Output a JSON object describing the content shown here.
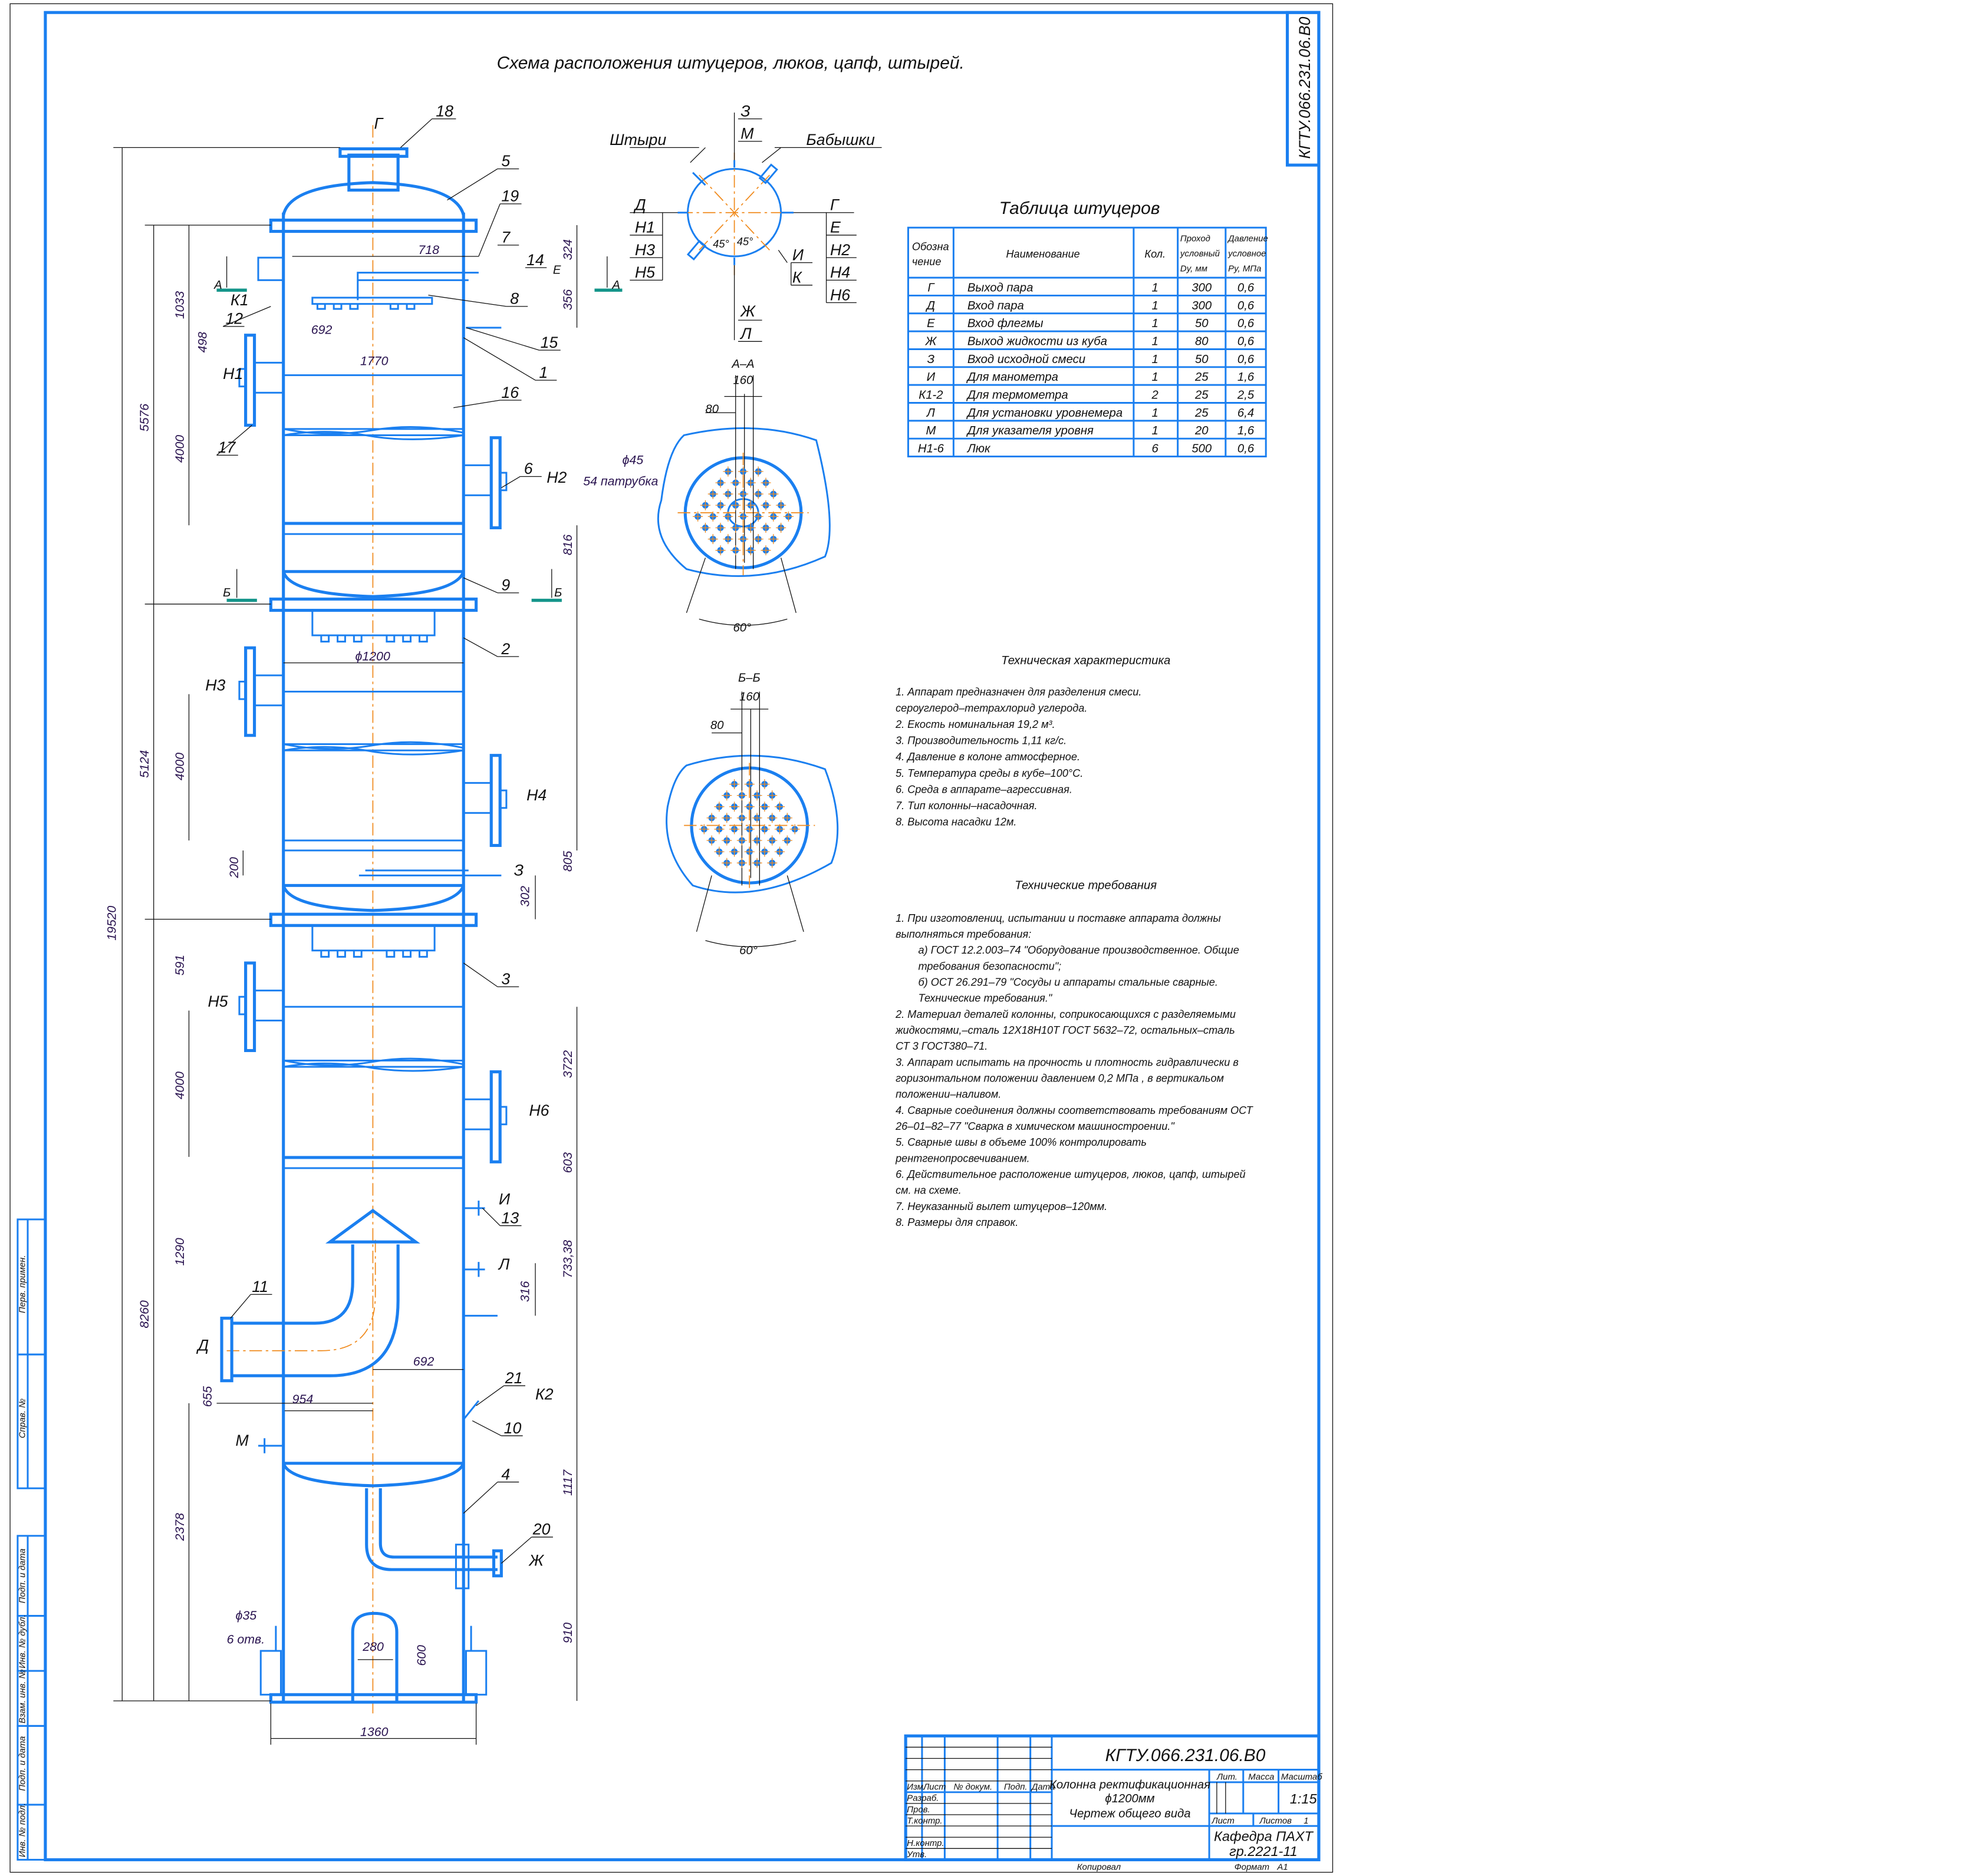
{
  "doc_code": "КГТУ.066.231.06.В0",
  "colors": {
    "line": "#1a7ff0",
    "axis": "#f08a1c",
    "text": "#111111",
    "section_mark": "#14958a"
  },
  "scheme": {
    "title": "Схема расположения штуцеров, люков, цапф, штырей.",
    "pins": "Штыри",
    "bosses": "Бабышки",
    "top": [
      "З",
      "М"
    ],
    "left": [
      "Д",
      "Н1",
      "Н3",
      "Н5"
    ],
    "right": [
      "Г",
      "Е",
      "Н2",
      "Н4",
      "Н6"
    ],
    "lower_right": [
      "И",
      "К"
    ],
    "bottom": [
      "Ж",
      "Л"
    ],
    "angles": [
      "45°",
      "45°"
    ]
  },
  "sections": {
    "aa": {
      "title": "А–А",
      "dim1": "160",
      "dim2": "80",
      "angle": "60°"
    },
    "bb": {
      "title": "Б–Б",
      "dim1": "160",
      "dim2": "80",
      "angle": "60°"
    }
  },
  "nozzle_table": {
    "title": "Таблица штуцеров",
    "headers": [
      "Обозна чение",
      "Наименование",
      "Кол.",
      "Проход условный Dу, мм",
      "Давление условное Pу, МПа"
    ],
    "rows": [
      [
        "Г",
        "Выход пара",
        "1",
        "300",
        "0,6"
      ],
      [
        "Д",
        "Вход пара",
        "1",
        "300",
        "0,6"
      ],
      [
        "Е",
        "Вход флегмы",
        "1",
        "50",
        "0,6"
      ],
      [
        "Ж",
        "Выход жидкости из куба",
        "1",
        "80",
        "0,6"
      ],
      [
        "З",
        "Вход исходной смеси",
        "1",
        "50",
        "0,6"
      ],
      [
        "И",
        "Для манометра",
        "1",
        "25",
        "1,6"
      ],
      [
        "К1-2",
        "Для термометра",
        "2",
        "25",
        "2,5"
      ],
      [
        "Л",
        "Для установки уровнемера",
        "1",
        "25",
        "6,4"
      ],
      [
        "М",
        "Для указателя уровня",
        "1",
        "20",
        "1,6"
      ],
      [
        "Н1-6",
        "Люк",
        "6",
        "500",
        "0,6"
      ]
    ]
  },
  "tech_char": {
    "title": "Техническая характеристика",
    "lines": [
      "1. Аппарат предназначен для разделения смеси.",
      "сероуглерод–тетрахлорид углерода.",
      "2. Екость номинальная 19,2 м³.",
      "3. Производительность 1,11 кг/с.",
      "4. Давление в колоне атмосферное.",
      "5. Температура среды в кубе–100°С.",
      "6. Среда в аппарате–агрессивная.",
      "7. Тип колонны–насадочная.",
      "8. Высота насадки 12м."
    ]
  },
  "tech_req": {
    "title": "Технические требования",
    "lines": [
      "1. При изготовлениц, испытании и поставке аппарата должны",
      "выполняться требования:",
      "   а) ГОСТ 12.2.003–74 \"Оборудование производственное. Общие",
      "   требования безопасности\";",
      "   б) ОСТ 26.291–79 \"Сосуды и аппараты стальные сварные.",
      "   Технические требования.\"",
      "2. Материал деталей колонны, соприкосающихся с разделяемыми",
      "жидкостями,–сталь 12Х18Н10Т ГОСТ 5632–72, остальных–сталь",
      "СТ 3 ГОСТ380–71.",
      "3. Аппарат испытать на прочность и плотность гидравлически в",
      "горизонтальном положении давлением 0,2 МПа , в вертикальом",
      "положении–наливом.",
      "4. Сварные соединения должны соответствовать требованиям ОСТ",
      "26–01–82–77 \"Сварка в химическом машиностроении.\"",
      "5. Сварные швы в объеме 100% контролировать",
      "рентгенопросвечиванием.",
      "6. Действительное расположение штуцеров, люков, цапф, штырей",
      "см. на схеме.",
      "7. Неуказанный вылет штуцеров–120мм.",
      "8. Размеры для справок."
    ]
  },
  "title_block": {
    "code": "КГТУ.066.231.06.В0",
    "name_lines": [
      "Колонна ректификационная",
      "ϕ1200мм",
      "Чертеж общего вида"
    ],
    "col_headers": [
      "Изм.",
      "Лист",
      "№ докум.",
      "Подп.",
      "Дата"
    ],
    "roles": [
      "Разраб.",
      "Пров.",
      "Т.контр.",
      "",
      "Н.контр.",
      "Утв."
    ],
    "lit": "Лит.",
    "mass": "Масса",
    "scale_label": "Масштаб",
    "scale": "1:15",
    "sheet": "Лист",
    "sheets": "Листов",
    "sheets_count": "1",
    "org_lines": [
      "Кафедра ПАХТ",
      "гр.2221-11"
    ],
    "copied": "Копировал",
    "format_label": "Формат",
    "format": "А1"
  },
  "side_stamp": [
    "Перв. примен.",
    "Справ. №",
    "Подп. и дата",
    "Инв. № дубл.",
    "Взам. инв. №",
    "Подп. и дата",
    "Инв. № подл."
  ],
  "drawing": {
    "positions": [
      "18",
      "5",
      "19",
      "7",
      "14",
      "8",
      "12",
      "15",
      "1",
      "16",
      "17",
      "6",
      "9",
      "2",
      "3",
      "13",
      "11",
      "10",
      "21",
      "4",
      "20"
    ],
    "letters": [
      "Г",
      "К1",
      "Н1",
      "Н2",
      "Е",
      "А",
      "А",
      "Б",
      "Б",
      "Н3",
      "Н4",
      "З",
      "Н5",
      "Н6",
      "И",
      "Л",
      "Д",
      "М",
      "К2",
      "Ж"
    ],
    "dims": [
      "19520",
      "5576",
      "5124",
      "8260",
      "1033",
      "498",
      "4000",
      "4000",
      "4000",
      "591",
      "1290",
      "655",
      "2378",
      "324",
      "356",
      "816",
      "805",
      "302",
      "200",
      "3722",
      "603",
      "733,38",
      "316",
      "1117",
      "910",
      "718",
      "692",
      "1770",
      "ϕ1200",
      "954",
      "692",
      "280",
      "600",
      "1360",
      "ϕ35",
      "6 отв.",
      "ϕ45",
      "54 патрубка"
    ]
  }
}
